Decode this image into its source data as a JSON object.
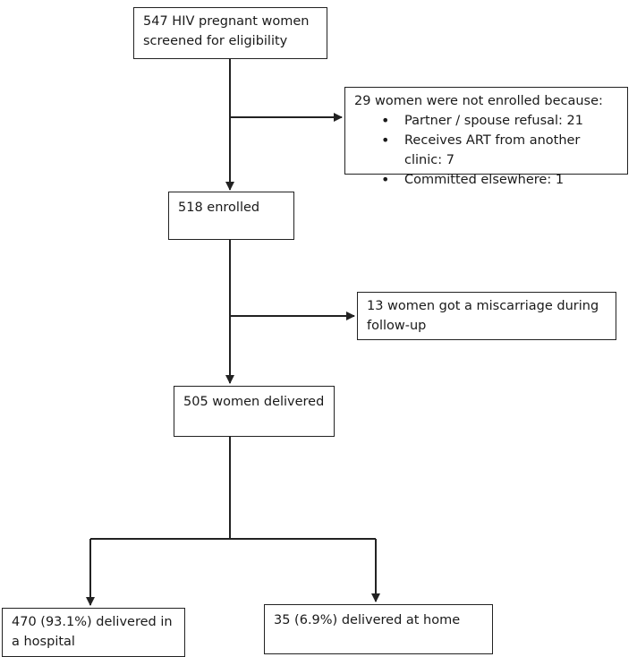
{
  "boxes": {
    "screened": "547 HIV pregnant women screened for eligibility",
    "not_enrolled": {
      "heading": "29 women were not enrolled because:",
      "reasons": [
        "Partner / spouse refusal: 21",
        "Receives ART from another clinic: 7",
        "Committed elsewhere: 1"
      ]
    },
    "enrolled": "518 enrolled",
    "miscarriage": "13 women got a miscarriage during follow-up",
    "delivered": "505 women delivered",
    "hospital": "470 (93.1%) delivered in a hospital",
    "home": "35 (6.9%) delivered at home"
  }
}
